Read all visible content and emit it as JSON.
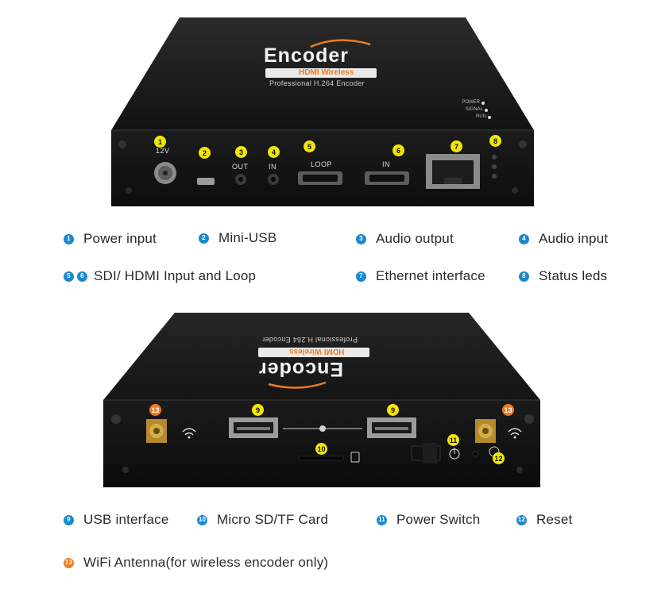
{
  "top_device": {
    "brand": "Encoder",
    "subtitle": "HDMI Wireless",
    "tagline": "Professional H.264 Encoder",
    "led_labels": [
      "POWER",
      "SIGNAL",
      "RUN"
    ],
    "port_labels": {
      "power": "12V",
      "audio_out": "OUT",
      "audio_in": "IN",
      "loop": "LOOP",
      "hdmi_in": "IN"
    },
    "callouts": [
      "1",
      "2",
      "3",
      "4",
      "5",
      "6",
      "7",
      "8"
    ]
  },
  "bottom_device": {
    "brand": "Encoder",
    "subtitle": "HDMI Wireless",
    "tagline": "Professional H.264 Encoder",
    "callouts": [
      "9",
      "9",
      "10",
      "11",
      "12",
      "13",
      "13"
    ]
  },
  "legend": {
    "row1": [
      {
        "num": "1",
        "label": "Power input"
      },
      {
        "num": "2",
        "label": "Mini-USB"
      },
      {
        "num": "3",
        "label": "Audio output"
      },
      {
        "num": "4",
        "label": "Audio input"
      }
    ],
    "row2": [
      {
        "nums": [
          "5",
          "6"
        ],
        "label": "SDI/ HDMI Input and Loop"
      },
      {
        "num": "7",
        "label": "Ethernet interface"
      },
      {
        "num": "8",
        "label": "Status leds"
      }
    ],
    "row3": [
      {
        "num": "9",
        "label": "USB interface"
      },
      {
        "num": "10",
        "label": "Micro SD/TF Card"
      },
      {
        "num": "11",
        "label": "Power Switch"
      },
      {
        "num": "12",
        "label": "Reset"
      }
    ],
    "row4": [
      {
        "num": "13",
        "label": "WiFi Antenna(for wireless encoder only)"
      }
    ]
  },
  "colors": {
    "legend_blue": "#1b88cf",
    "legend_orange": "#f07a1d",
    "callout_yellow": "#f3e600",
    "device_body": "#1a1a1a"
  }
}
